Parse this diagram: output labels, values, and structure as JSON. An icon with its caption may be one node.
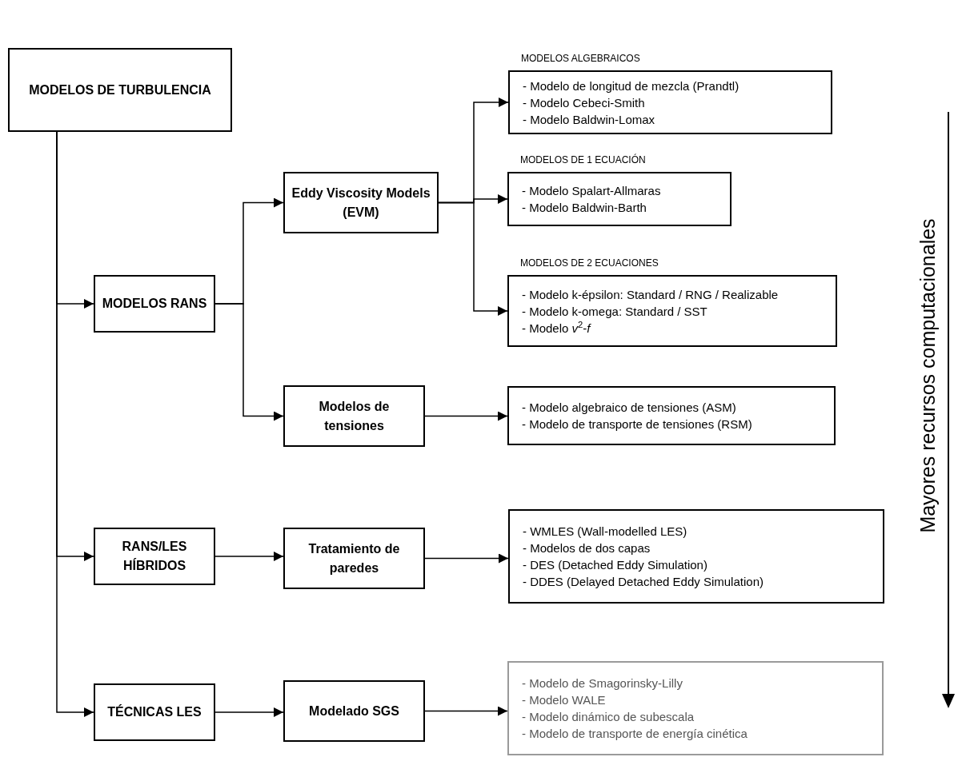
{
  "diagram": {
    "nodes": [
      {
        "text": [
          "MODELOS DE TURBULENCIA"
        ]
      },
      {
        "text": [
          "MODELOS RANS"
        ]
      },
      {
        "text": [
          "Eddy Viscosity Models (EVM)"
        ]
      },
      {
        "text": [
          "Modelos de tensiones"
        ]
      },
      {
        "text": [
          "MODELOS ALGEBRAICOS",
          "- Modelo de longitud de mezcla (Prandtl)",
          "- Modelo Cebeci-Smith",
          "- Modelo Baldwin-Lomax"
        ]
      },
      {
        "text": [
          "MODELOS DE 1 ECUACIÓN",
          "- Modelo Spalart-Allmaras",
          "- Modelo Baldwin-Barth"
        ]
      },
      {
        "text": [
          "MODELOS DE 2 ECUACIONES",
          "- Modelo k-épsilon: Standard / RNG / Realizable",
          "- Modelo k-omega: Standard / SST",
          "- Modelo *v*$^{2}$-*f*"
        ]
      },
      {
        "text": [
          "- Modelo algebraico de tensiones (ASM)",
          "- Modelo de transporte de tensiones (RSM)"
        ]
      },
      {
        "text": [
          "RANS/LES HÍBRIDOS"
        ]
      },
      {
        "text": [
          "Tratamiento de paredes"
        ]
      },
      {
        "text": [
          "- WMLES (Wall-modelled LES)",
          "- Modelos de dos capas",
          "- DES (Detached Eddy Simulation)",
          "- DDES (Delayed Detached Eddy Simulation)"
        ]
      },
      {
        "text": [
          "TÉCNICAS LES"
        ]
      },
      {
        "text": [
          "Modelado SGS"
        ]
      },
      {
        "text": [
          "- Modelo de Smagorinsky-Lilly",
          "- Modelo WALE",
          "- Modelo dinámico de subescala",
          "- Modelo de transporte de energía cinética"
        ]
      }
    ],
    "edges": [
      {
        "from": 0,
        "to": 1,
        "arrow": "to"
      },
      {
        "from": 0,
        "to": 8,
        "arrow": "to"
      },
      {
        "from": 0,
        "to": 11,
        "arrow": "to"
      },
      {
        "from": 1,
        "to": 2,
        "arrow": "to"
      },
      {
        "from": 1,
        "to": 3,
        "arrow": "to"
      },
      {
        "from": 2,
        "to": 4,
        "arrow": "to"
      },
      {
        "from": 2,
        "to": 5,
        "arrow": "to"
      },
      {
        "from": 2,
        "to": 6,
        "arrow": "to"
      },
      {
        "from": 3,
        "to": 7,
        "arrow": "to"
      },
      {
        "from": 8,
        "to": 9,
        "arrow": "to"
      },
      {
        "from": 9,
        "to": 10,
        "arrow": "to"
      },
      {
        "from": 11,
        "to": 12,
        "arrow": "to"
      },
      {
        "from": 12,
        "to": 13,
        "arrow": "to"
      }
    ],
    "labels": [
      "Mayores recursos computacionales"
    ]
  }
}
